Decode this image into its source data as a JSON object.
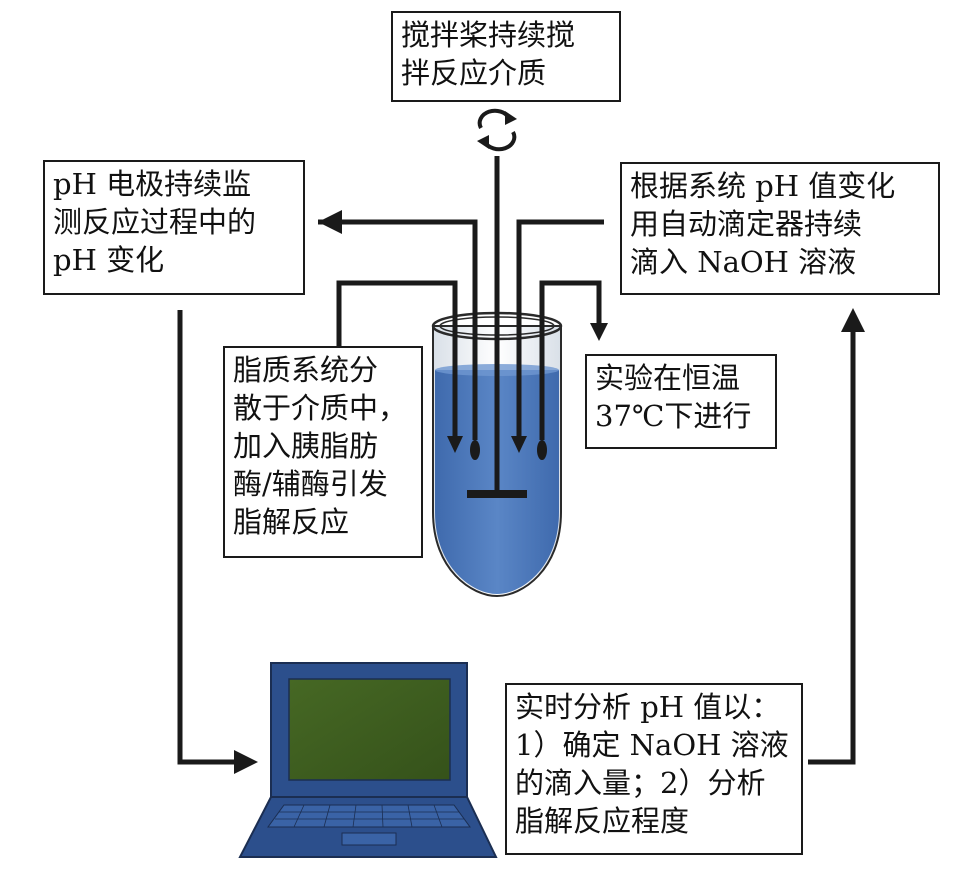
{
  "labels": {
    "stirrer": [
      "搅拌桨持续搅",
      "拌反应介质"
    ],
    "ph_electrode": [
      "pH 电极持续监",
      "测反应过程中的",
      "pH 变化"
    ],
    "titrator": [
      "根据系统 pH 值变化",
      "用自动滴定器持续",
      "滴入 NaOH 溶液"
    ],
    "temperature": [
      "实验在恒温",
      "37℃下进行"
    ],
    "lipid_system": [
      "脂质系统分",
      "散于介质中，",
      "加入胰脂肪",
      "酶/辅酶引发",
      "脂解反应"
    ],
    "analysis": [
      "实时分析 pH 值以：",
      "1）确定 NaOH 溶液",
      "的滴入量；2）分析",
      "脂解反应程度"
    ]
  },
  "colors": {
    "line": "#1a1a1a",
    "liquid": "#4a76b8",
    "laptop_body": "#2c4f8c",
    "laptop_screen": "#3c5c1c"
  },
  "icons": {
    "rotation": "rotate-arrows-icon",
    "computer": "laptop-icon"
  }
}
